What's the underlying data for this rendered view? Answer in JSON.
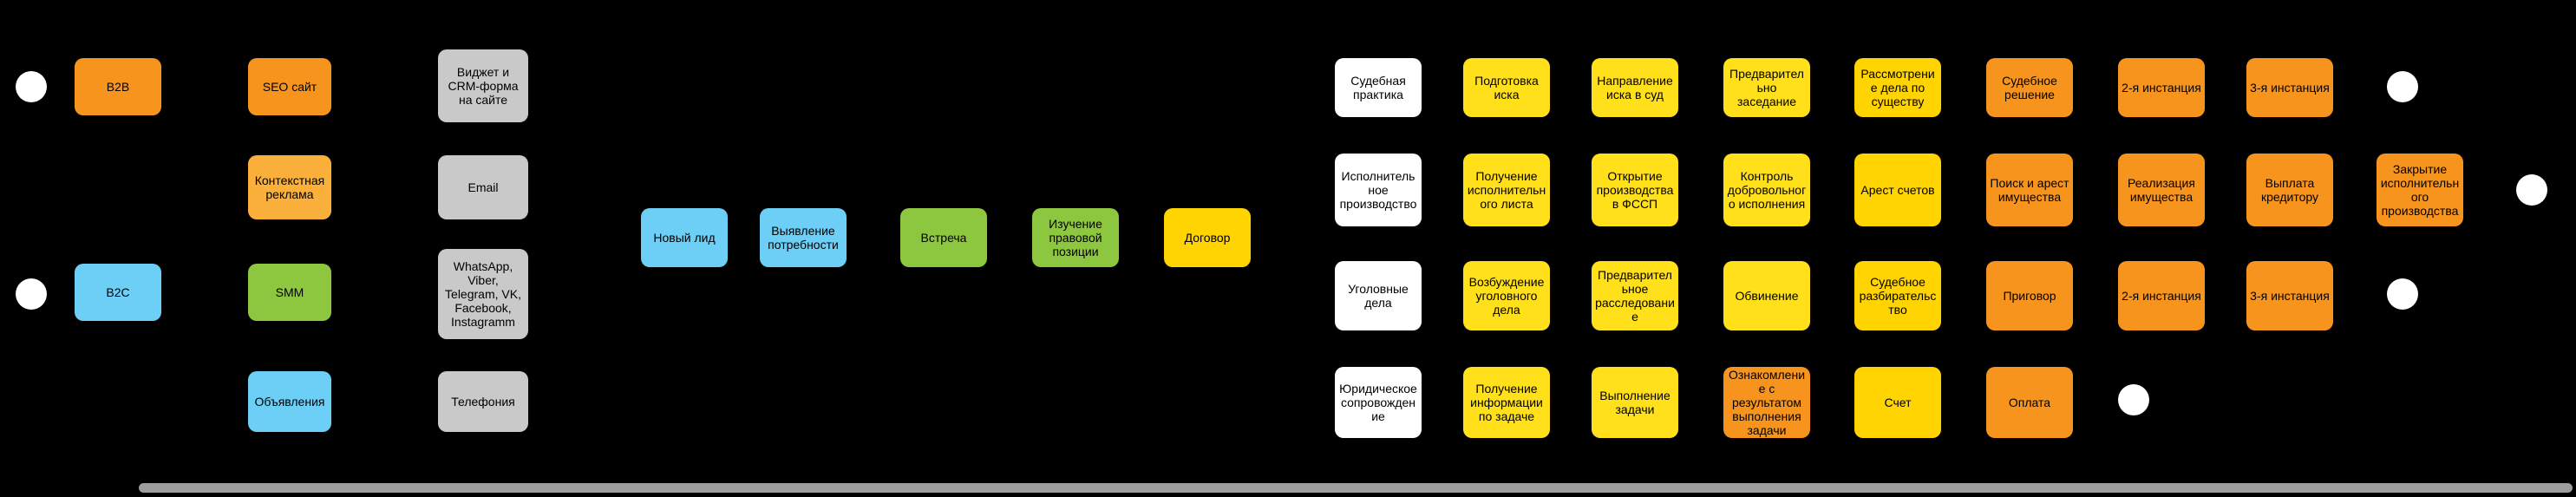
{
  "palette": {
    "background": "#000000",
    "orange": "#F7941E",
    "amber": "#FBB03B",
    "yellow": "#FFE01A",
    "gold": "#FFD400",
    "green": "#8DC63F",
    "blue": "#6DCFF6",
    "gray": "#C9C9C9",
    "white": "#FFFFFF",
    "scrollbar": "#9E9E9E"
  },
  "funnel": {
    "segments": [
      {
        "label": "B2B",
        "color": "orange"
      },
      {
        "label": "B2C",
        "color": "blue"
      }
    ],
    "sources": [
      {
        "label": "SEO сайт",
        "color": "orange"
      },
      {
        "label": "Контекстная реклама",
        "color": "amber"
      },
      {
        "label": "SMM",
        "color": "green"
      },
      {
        "label": "Объявления",
        "color": "blue"
      }
    ],
    "channels": [
      {
        "label": "Виджет и CRM-форма на сайте",
        "color": "gray"
      },
      {
        "label": "Email",
        "color": "gray"
      },
      {
        "label": "WhatsApp, Viber, Telegram, VK, Facebook, Instagramm",
        "color": "gray"
      },
      {
        "label": "Телефония",
        "color": "gray"
      }
    ],
    "lead_stages": [
      {
        "label": "Новый лид",
        "color": "blue"
      },
      {
        "label": "Выявление потребности",
        "color": "blue"
      },
      {
        "label": "Встреча",
        "color": "green"
      },
      {
        "label": "Изучение правовой позиции",
        "color": "green"
      },
      {
        "label": "Договор",
        "color": "gold"
      }
    ]
  },
  "pipelines": [
    {
      "name": "Судебная практика",
      "color": "white",
      "stages": [
        {
          "label": "Подготовка иска",
          "color": "yellow"
        },
        {
          "label": "Направление иска в суд",
          "color": "yellow"
        },
        {
          "label": "Предварительно заседание",
          "color": "yellow"
        },
        {
          "label": "Рассмотрение дела по существу",
          "color": "gold"
        },
        {
          "label": "Судебное решение",
          "color": "orange"
        },
        {
          "label": "2-я инстанция",
          "color": "orange"
        },
        {
          "label": "3-я инстанция",
          "color": "orange"
        }
      ]
    },
    {
      "name": "Исполнительное производство",
      "color": "white",
      "stages": [
        {
          "label": "Получение исполнительного листа",
          "color": "yellow"
        },
        {
          "label": "Открытие производства в ФССП",
          "color": "yellow"
        },
        {
          "label": "Контроль добровольного исполнения",
          "color": "yellow"
        },
        {
          "label": "Арест счетов",
          "color": "gold"
        },
        {
          "label": "Поиск и арест имущества",
          "color": "orange"
        },
        {
          "label": "Реализация имущества",
          "color": "orange"
        },
        {
          "label": "Выплата кредитору",
          "color": "orange"
        },
        {
          "label": "Закрытие исполнительного производства",
          "color": "orange"
        }
      ]
    },
    {
      "name": "Уголовные дела",
      "color": "white",
      "stages": [
        {
          "label": "Возбуждение уголовного дела",
          "color": "yellow"
        },
        {
          "label": "Предварительное расследование",
          "color": "yellow"
        },
        {
          "label": "Обвинение",
          "color": "yellow"
        },
        {
          "label": "Судебное разбирательство",
          "color": "gold"
        },
        {
          "label": "Приговор",
          "color": "orange"
        },
        {
          "label": "2-я инстанция",
          "color": "orange"
        },
        {
          "label": "3-я инстанция",
          "color": "orange"
        }
      ]
    },
    {
      "name": "Юридическое сопровождение",
      "color": "white",
      "stages": [
        {
          "label": "Получение информации по задаче",
          "color": "yellow"
        },
        {
          "label": "Выполнение задачи",
          "color": "yellow"
        },
        {
          "label": "Ознакомление с результатом выполнения задачи",
          "color": "orange"
        },
        {
          "label": "Счет",
          "color": "gold"
        },
        {
          "label": "Оплата",
          "color": "orange"
        }
      ]
    }
  ]
}
